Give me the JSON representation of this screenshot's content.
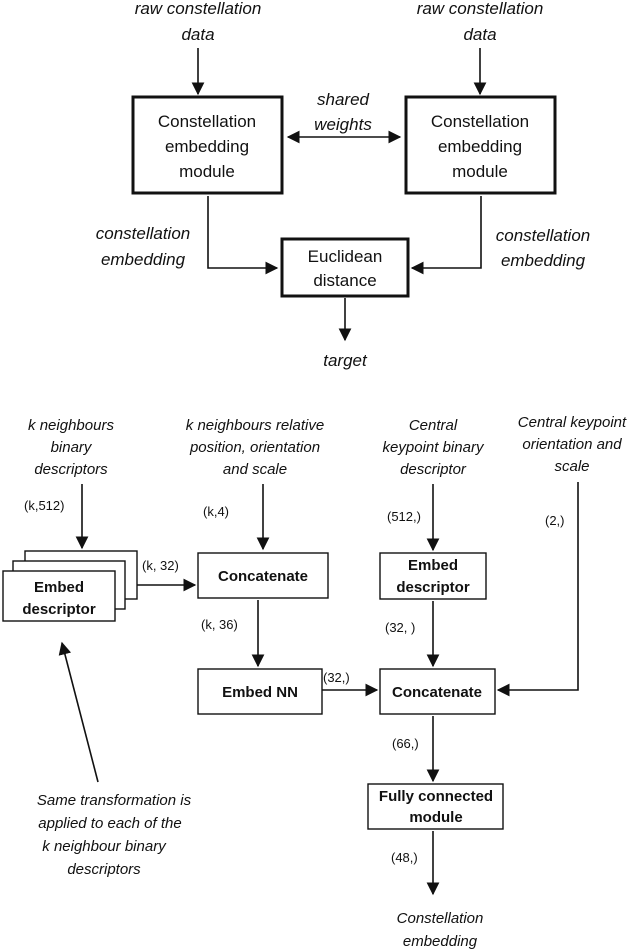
{
  "top": {
    "input_left": [
      "raw constellation",
      "data"
    ],
    "input_right": [
      "raw constellation",
      "data"
    ],
    "module_left": [
      "Constellation",
      "embedding",
      "module"
    ],
    "module_right": [
      "Constellation",
      "embedding",
      "module"
    ],
    "shared": [
      "shared",
      "weights"
    ],
    "emb_left": [
      "constellation",
      "embedding"
    ],
    "emb_right": [
      "constellation",
      "embedding"
    ],
    "euclid": [
      "Euclidean",
      "distance"
    ],
    "target": "target"
  },
  "bottom": {
    "in1": [
      "k neighbours",
      "binary",
      "descriptors"
    ],
    "in2": [
      "k neighbours relative",
      "position, orientation",
      "and scale"
    ],
    "in3": [
      "Central",
      "keypoint binary",
      "descriptor"
    ],
    "in4": [
      "Central keypoint",
      "orientation and",
      "scale"
    ],
    "shape_k512": "(k,512)",
    "shape_k4": "(k,4)",
    "shape_512": "(512,)",
    "shape_2": "(2,)",
    "shape_k32": "(k, 32)",
    "shape_k36": "(k, 36)",
    "shape_32a": "(32,)",
    "shape_32b": "(32, )",
    "shape_66": "(66,)",
    "shape_48": "(48,)",
    "embed_desc_stack": [
      "Embed",
      "descriptor"
    ],
    "concat1": "Concatenate",
    "embed_desc": [
      "Embed",
      "descriptor"
    ],
    "embed_nn": "Embed NN",
    "concat2": "Concatenate",
    "fc": [
      "Fully connected",
      "module"
    ],
    "note": [
      "Same transformation is",
      "applied to each of the",
      "k neighbour binary",
      "descriptors"
    ],
    "output": [
      "Constellation",
      "embedding"
    ]
  }
}
